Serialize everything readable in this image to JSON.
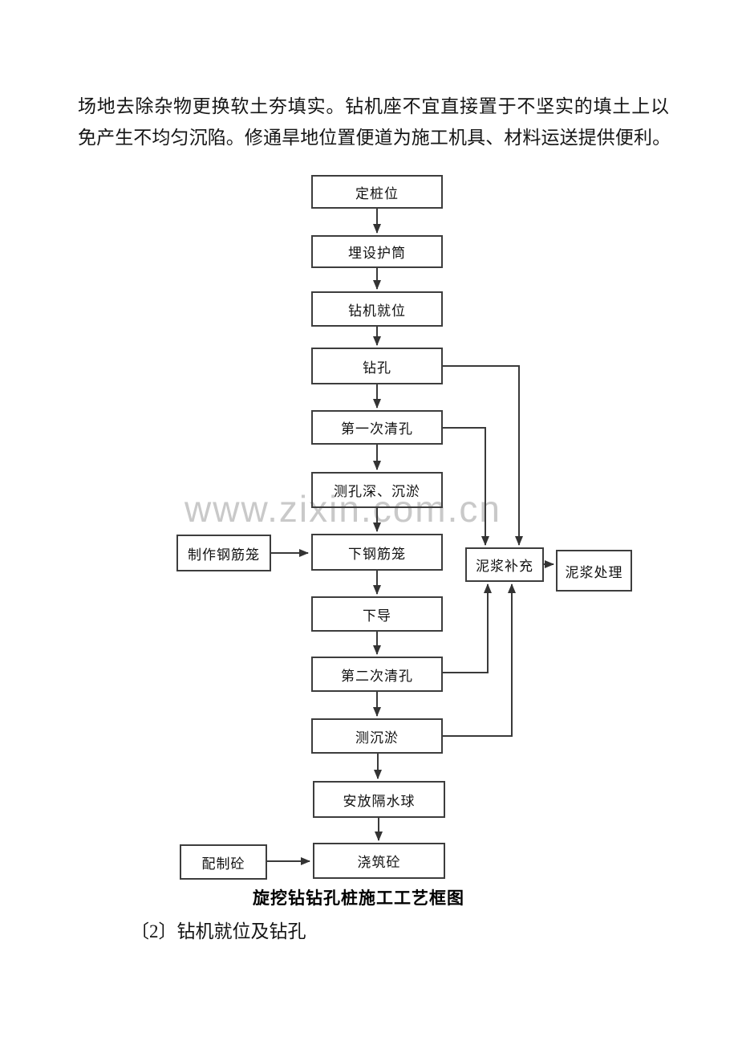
{
  "paragraph": {
    "line1": "场地去除杂物更换软土夯填实。钻机座不宜直接置于不坚实的填土上以",
    "line2": "免产生不均匀沉陷。修通旱地位置便道为施工机具、材料运送提供便利。"
  },
  "watermark": "www.zixin.com.cn",
  "flowchart": {
    "main_nodes": [
      "定桩位",
      "埋设护筒",
      "钻机就位",
      "钻孔",
      "第一次清孔",
      "测孔深、沉淤",
      "下钢筋笼",
      "下导",
      "第二次清孔",
      "测沉淤",
      "安放隔水球",
      "浇筑砼"
    ],
    "side_nodes": {
      "make_rebar_cage": "制作钢筋笼",
      "prepare_concrete": "配制砼",
      "mud_replenish": "泥浆补充",
      "mud_treatment": "泥浆处理"
    },
    "caption": "旋挖钻钻孔桩施工工艺框图"
  },
  "subheading": "〔2〕钻机就位及钻孔"
}
